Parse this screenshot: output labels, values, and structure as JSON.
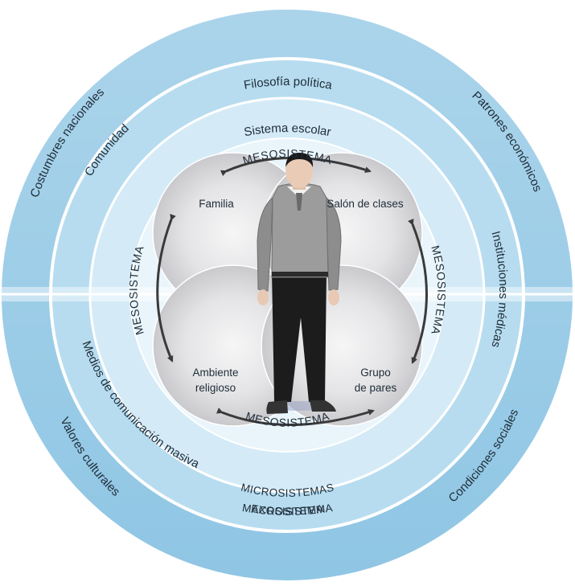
{
  "colors": {
    "outer_ring": "#8fc6e4",
    "middle_ring": "#b7dcef",
    "inner_ring": "#d4ebf7",
    "center": "#e9f5fb",
    "rim": "#ffffff",
    "micro_disc": "#d3d3d6",
    "arrow": "#3a3a3a",
    "text": "#1e2c38"
  },
  "macro": {
    "top": "Filosofía política",
    "upper_left": "Costumbres nacionales",
    "upper_right": "Patrones económicos",
    "lower_left": "Valores culturales",
    "lower_right": "Condiciones sociales",
    "name": "MACROSISTEMA"
  },
  "exo": {
    "top": "Sistema escolar",
    "upper_left": "Comunidad",
    "right": "Instituciones médicas",
    "lower_left": "Medios de comunicación masiva",
    "name": "EXOSISTEMA"
  },
  "micro": {
    "name": "MICROSISTEMAS",
    "items": {
      "top_left": [
        "Familia"
      ],
      "top_right": [
        "Salón de clases"
      ],
      "bottom_left": [
        "Ambiente",
        "religioso"
      ],
      "bottom_right": [
        "Grupo",
        "de pares"
      ]
    }
  },
  "meso": {
    "label": "MESOSISTEMA"
  },
  "center_icon": "standing-person-icon"
}
